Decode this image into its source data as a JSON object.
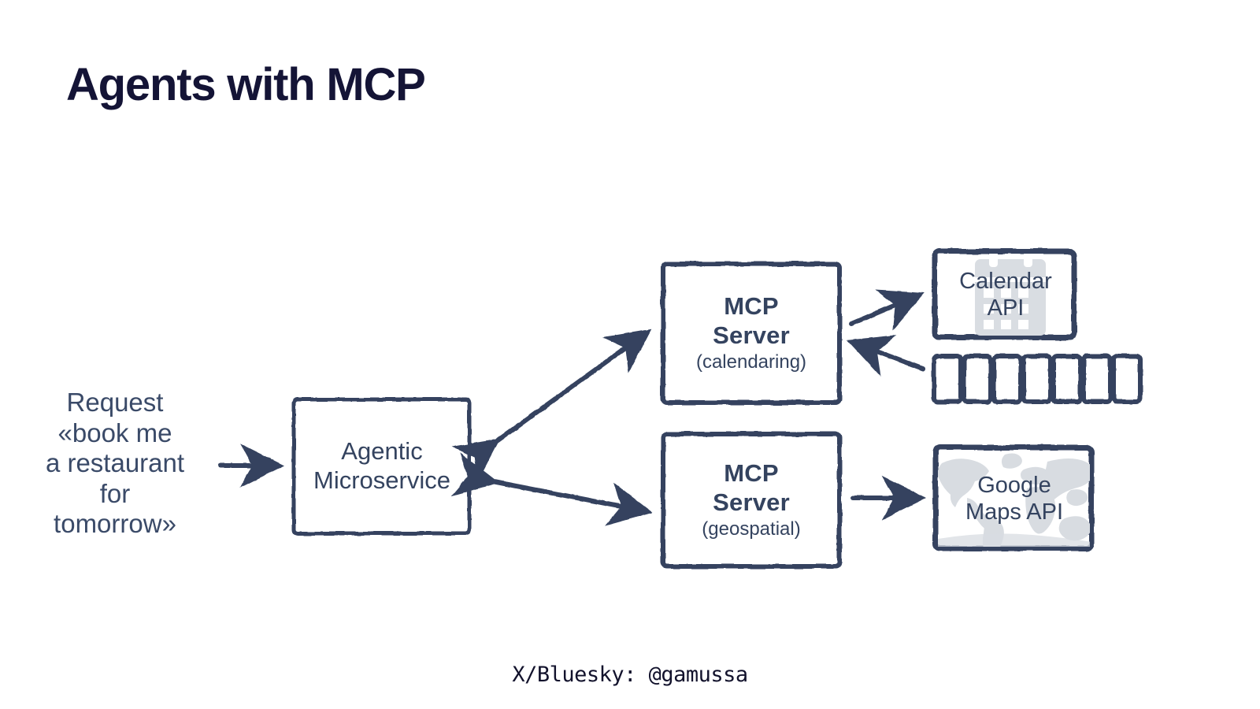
{
  "slide": {
    "title": "Agents with MCP",
    "footer": "X/Bluesky: @gamussa"
  },
  "colors": {
    "title": "#141436",
    "stroke": "#34435f",
    "text": "#3a4a68",
    "watermark": "#d9dde2",
    "background": "#ffffff"
  },
  "diagram": {
    "request": {
      "lines": [
        "Request",
        "«book me",
        "a restaurant",
        "for",
        "tomorrow»"
      ]
    },
    "nodes": {
      "agentic": {
        "line1": "Agentic",
        "line2": "Microservice"
      },
      "mcp_calendaring": {
        "line1": "MCP",
        "line2": "Server",
        "subtitle": "(calendaring)"
      },
      "mcp_geospatial": {
        "line1": "MCP",
        "line2": "Server",
        "subtitle": "(geospatial)"
      },
      "calendar_api": {
        "line1": "Calendar",
        "line2": "API",
        "watermark_icon": "calendar-icon"
      },
      "google_maps_api": {
        "line1": "Google",
        "line2": "Maps API",
        "watermark_icon": "world-map-icon"
      },
      "record_strip": {
        "cell_count": 7
      }
    },
    "edges": [
      {
        "from": "request",
        "to": "agentic",
        "direction": "one-way"
      },
      {
        "from": "agentic",
        "to": "mcp_calendaring",
        "direction": "two-way"
      },
      {
        "from": "agentic",
        "to": "mcp_geospatial",
        "direction": "two-way"
      },
      {
        "from": "mcp_calendaring",
        "to": "calendar_api",
        "direction": "one-way"
      },
      {
        "from": "record_strip",
        "to": "mcp_calendaring",
        "direction": "one-way"
      },
      {
        "from": "mcp_geospatial",
        "to": "google_maps_api",
        "direction": "one-way"
      }
    ]
  }
}
